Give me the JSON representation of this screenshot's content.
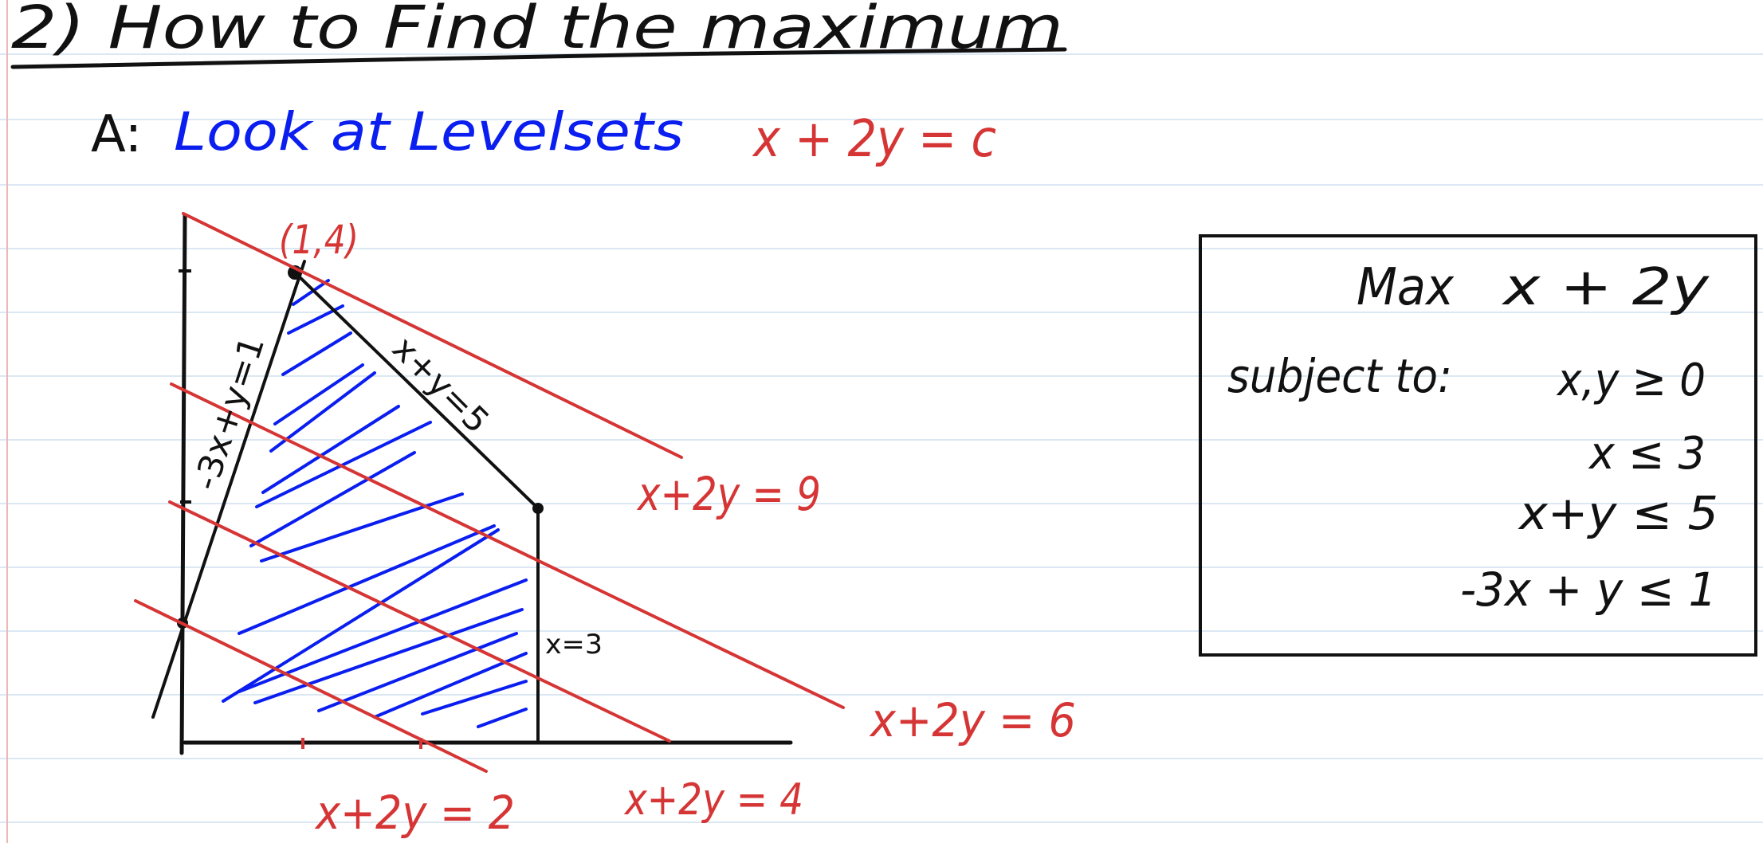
{
  "heading": "2) How to Find the maximum",
  "subheading": {
    "prefix": "A:",
    "text": "Look at Levelsets",
    "equation": "x + 2y = c"
  },
  "point_label": "(1,4)",
  "constraint_labels": {
    "left": "-3x+y=1",
    "diag": "x+y=5",
    "vert": "x=3"
  },
  "level_labels": [
    "x+2y = 2",
    "x+2y = 4",
    "x+2y = 6",
    "x+2y = 9"
  ],
  "problem": {
    "objective_keyword": "Max",
    "objective": "x + 2y",
    "subject_to": "subject to:",
    "constraints": [
      "x,y ≥ 0",
      "x ≤ 3",
      "x+y ≤ 5",
      "-3x + y ≤ 1"
    ]
  },
  "colors": {
    "ink": "#111111",
    "red": "#d63535",
    "blue": "#0a1ef0",
    "rule": "#cfe0ef",
    "margin": "#f0b5b5"
  }
}
